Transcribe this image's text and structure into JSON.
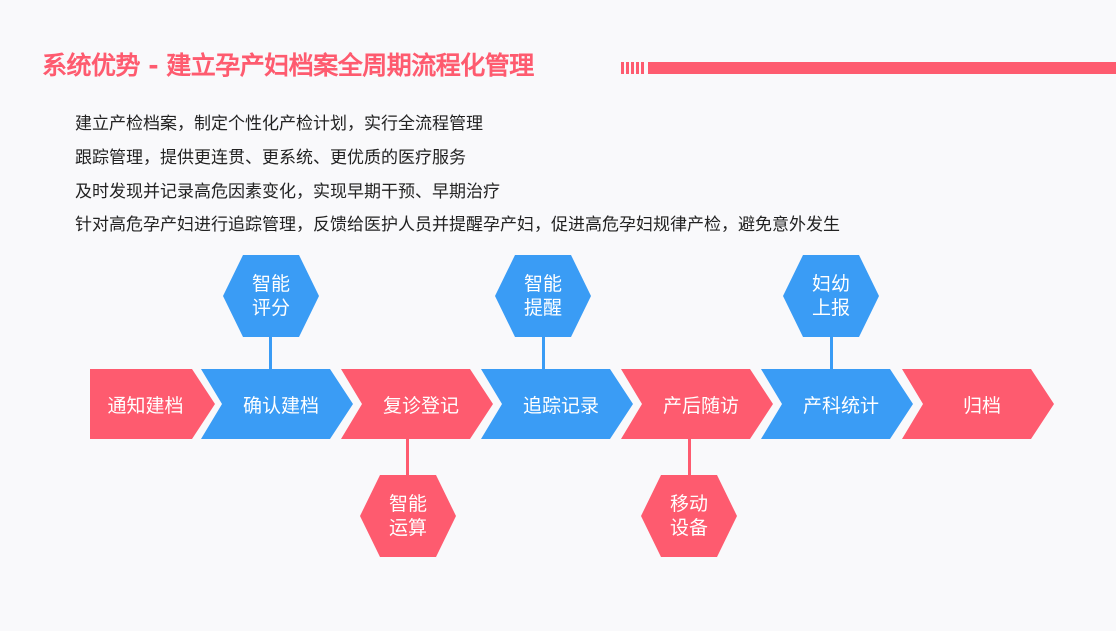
{
  "title": "系统优势 - 建立孕产妇档案全周期流程化管理",
  "lines": [
    "建立产检档案，制定个性化产检计划，实行全流程管理",
    "跟踪管理，提供更连贯、更系统、更优质的医疗服务",
    "及时发现并记录高危因素变化，实现早期干预、早期治疗",
    "针对高危孕产妇进行追踪管理，反馈给医护人员并提醒孕产妇，促进高危孕妇规律产检，避免意外发生"
  ],
  "steps": [
    "通知建档",
    "确认建档",
    "复诊登记",
    "追踪记录",
    "产后随访",
    "产科统计",
    "归档"
  ],
  "features": [
    [
      "智能",
      "评分"
    ],
    [
      "智能",
      "提醒"
    ],
    [
      "妇幼",
      "上报"
    ],
    [
      "智能",
      "运算"
    ],
    [
      "移动",
      "设备"
    ]
  ],
  "colors": {
    "red": "#fe5b6f",
    "blue": "#3a9cf5"
  }
}
